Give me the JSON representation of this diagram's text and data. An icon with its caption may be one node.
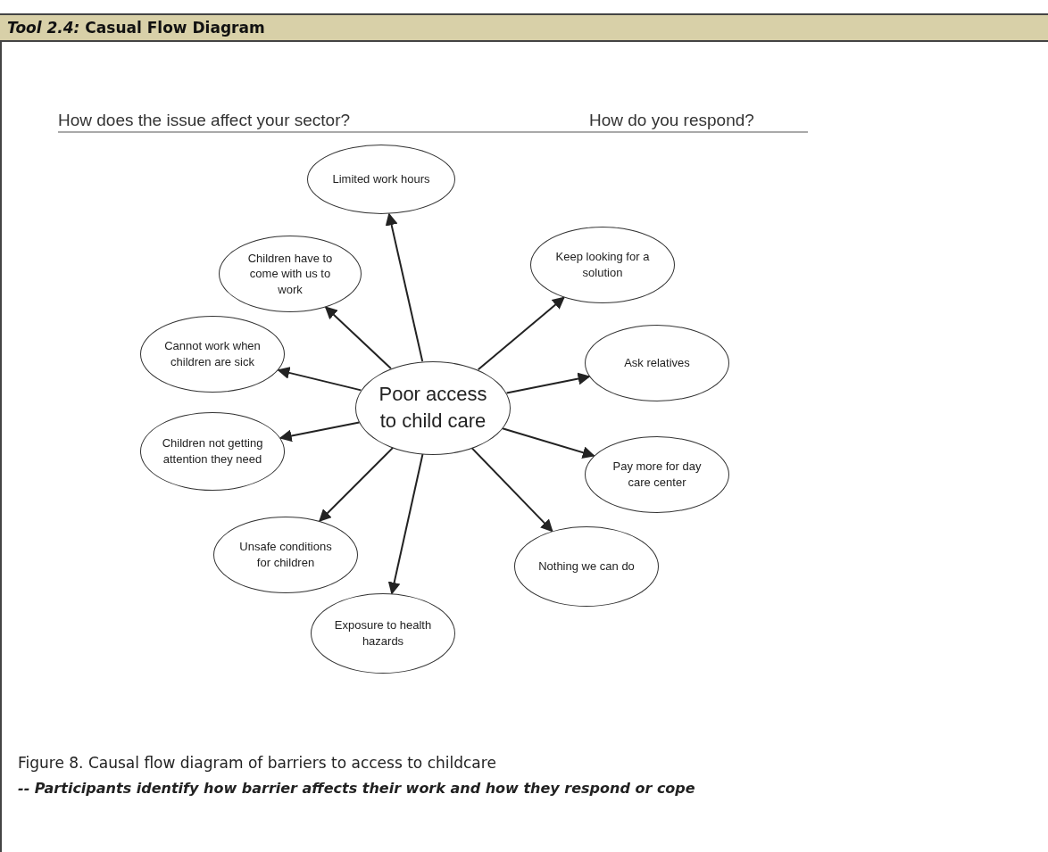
{
  "diagram": {
    "title": "*Tool 2.4:* Casual Flow Diagram",
    "caption": "Figure 8. Causal flow diagram of barriers to access to childcare",
    "nodes": [
      {
        "text": [
          "Poor access to child care"
        ]
      },
      {
        "text": [
          "Limited work hours"
        ]
      },
      {
        "text": [
          "Children have to come with us to work"
        ]
      },
      {
        "text": [
          "Cannot work when children are sick"
        ]
      },
      {
        "text": [
          "Children not getting attention they need"
        ]
      },
      {
        "text": [
          "Unsafe conditions for children"
        ]
      },
      {
        "text": [
          "Exposure to health hazards"
        ]
      },
      {
        "text": [
          "Keep looking for a solution"
        ]
      },
      {
        "text": [
          "Ask relatives"
        ]
      },
      {
        "text": [
          "Pay more for day care center"
        ]
      },
      {
        "text": [
          "Nothing we can do"
        ]
      }
    ],
    "edges": [
      {
        "from": 0,
        "to": 1,
        "arrow": "to"
      },
      {
        "from": 0,
        "to": 2,
        "arrow": "to"
      },
      {
        "from": 0,
        "to": 3,
        "arrow": "to"
      },
      {
        "from": 0,
        "to": 4,
        "arrow": "to"
      },
      {
        "from": 0,
        "to": 5,
        "arrow": "to"
      },
      {
        "from": 0,
        "to": 6,
        "arrow": "to"
      },
      {
        "from": 0,
        "to": 7,
        "arrow": "to"
      },
      {
        "from": 0,
        "to": 8,
        "arrow": "to"
      },
      {
        "from": 0,
        "to": 9,
        "arrow": "to"
      },
      {
        "from": 0,
        "to": 10,
        "arrow": "to"
      }
    ],
    "labels": [
      "How does the issue affect your sector?",
      "How do you respond?",
      "-- Participants identify how barrier affects their work and how they respond or cope"
    ]
  }
}
